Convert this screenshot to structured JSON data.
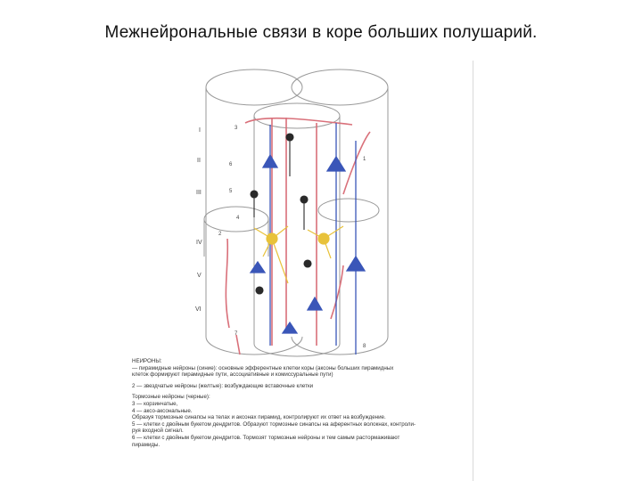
{
  "title": "Межнейрональные связи в коре больших полушарий.",
  "layers": [
    "I",
    "II",
    "III",
    "IV",
    "V",
    "VI"
  ],
  "numbers": [
    "3",
    "6",
    "5",
    "4",
    "2",
    "1",
    "7",
    "8"
  ],
  "colors": {
    "pyramidal": "#3a56b8",
    "stellate": "#e8c23a",
    "inhibitory": "#2a2a2a",
    "fibers": "#d9707a",
    "outline": "#9a9a9a"
  },
  "legend": {
    "heading": "НЕЙРОНЫ:",
    "line1": "— пирамидные нейроны (синие): основные эфферентные клетки коры (аксоны больших пирамидных",
    "line2": "клеток формируют пирамидные пути, ассоциативные и комиссуральные пути)",
    "line3": "2 — звездчатые нейроны (желтые): возбуждающие вставочные клетки",
    "line4": "Тормозные нейроны (черные):",
    "line5": "3 — корзинчатые,",
    "line6": "4 — аксо-аксональные.",
    "line7": "Образуя тормозные синапсы на телах и аксонах пирамид, контролируют их ответ на возбуждение.",
    "line8": "5 — клетки с двойным букетом дендритов. Образуют тормозные синапсы на аферентных волокнах, контроли-",
    "line9": "руя входной сигнал.",
    "line10": "6 — клетки с двойным букетом дендритов. Тормозят тормозные нейроны и тем самым растормаживают",
    "line11": "пирамиды."
  }
}
